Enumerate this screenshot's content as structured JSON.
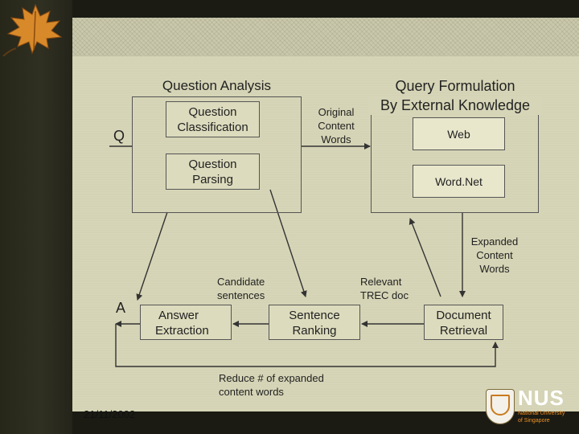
{
  "slide": {
    "date": "21/11/2002"
  },
  "question_analysis": {
    "title": "Question Analysis",
    "classification": [
      "Question",
      "Classification"
    ],
    "parsing": [
      "Question",
      "Parsing"
    ]
  },
  "query_formulation": {
    "title_line1": "Query Formulation",
    "title_line2": "By External Knowledge",
    "web": "Web",
    "wordnet": "Word.Net"
  },
  "labels": {
    "q": "Q",
    "a": "A",
    "original_content_words": [
      "Original",
      "Content",
      "Words"
    ],
    "expanded_content_words": [
      "Expanded",
      "Content",
      "Words"
    ],
    "candidate_sentences": [
      "Candidate",
      "sentences"
    ],
    "relevant_trec_doc": [
      "Relevant",
      "TREC doc"
    ],
    "reduce_expanded": [
      "Reduce # of expanded",
      "content words"
    ]
  },
  "modules": {
    "answer_extraction": [
      "Answer",
      "Extraction"
    ],
    "sentence_ranking": [
      "Sentence",
      "Ranking"
    ],
    "document_retrieval": [
      "Document",
      "Retrieval"
    ]
  },
  "logo": {
    "name": "NUS",
    "subtitle": [
      "National University",
      "of Singapore"
    ]
  },
  "colors": {
    "slide_bg": "#d6d5b7",
    "frame": "#1b1b14",
    "line": "#333333",
    "logo_accent": "#f09020"
  },
  "icons": {
    "leaf": "maple-leaf-icon",
    "crest": "university-crest-icon"
  }
}
